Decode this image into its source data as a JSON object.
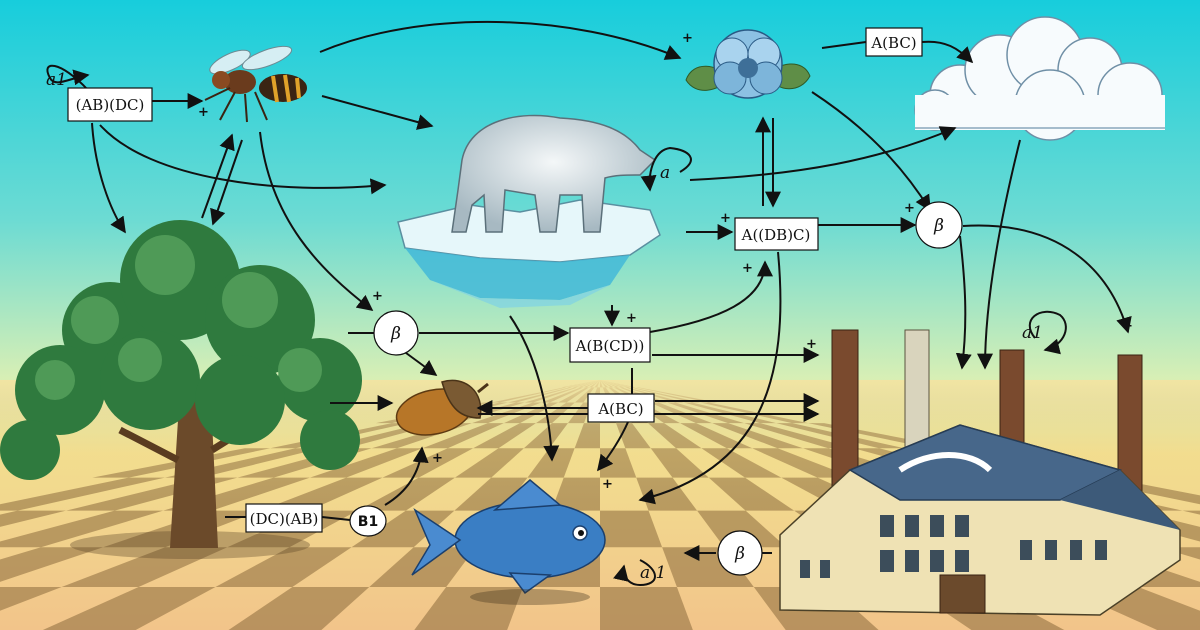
{
  "colors": {
    "sky_top": "#1fd0e0",
    "sky_mid": "#b9ecc9",
    "horizon": "#f2dc8a",
    "ground_light": "#f3c98b",
    "ground_dark": "#8a6a3c",
    "node_fill": "#ffffff",
    "line": "#111111"
  },
  "illustrations": [
    {
      "name": "hornet",
      "icon": "hornet-icon"
    },
    {
      "name": "polar bear on iceberg",
      "icon": "polar-bear-icon"
    },
    {
      "name": "blue flower",
      "icon": "flower-icon"
    },
    {
      "name": "cloud",
      "icon": "cloud-icon"
    },
    {
      "name": "oak tree",
      "icon": "oak-tree-icon"
    },
    {
      "name": "acorn",
      "icon": "acorn-icon"
    },
    {
      "name": "fish",
      "icon": "fish-icon"
    },
    {
      "name": "factory",
      "icon": "factory-icon"
    }
  ],
  "labels": {
    "ab_dc": "(AB)(DC)",
    "dc_ab": "(DC)(AB)",
    "a_bc_top": "A(BC)",
    "a_bc_mid": "A(BC)",
    "a_db_c": "A((DB)C)",
    "a_b_cd": "A(B(CD))",
    "b1": "B1",
    "beta_left": "β",
    "beta_right": "β",
    "beta_bottom": "β",
    "alpha1_topleft": "a1",
    "alpha_bear": "a",
    "alpha1_factory": "a1",
    "alpha1_fish": "a 1",
    "plus": "+"
  }
}
